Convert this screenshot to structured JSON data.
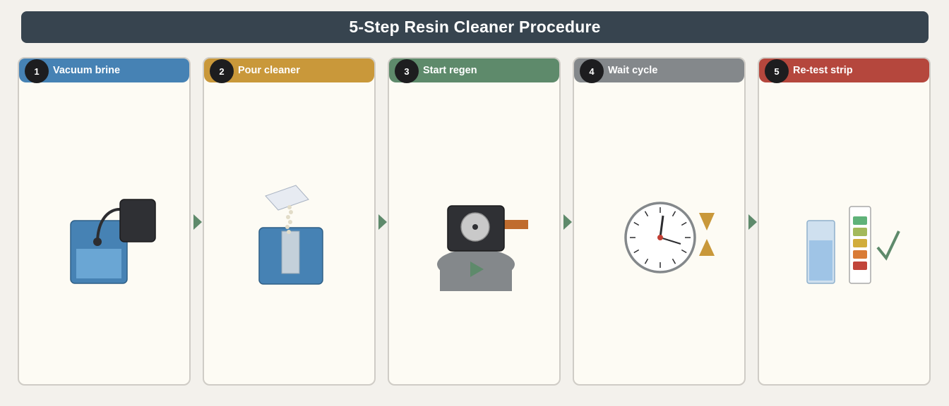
{
  "title": "5-Step Resin Cleaner Procedure",
  "steps": [
    {
      "number": "1",
      "label": "Vacuum brine",
      "color": "#4682b4",
      "icon": "brine-tank-vacuum-icon"
    },
    {
      "number": "2",
      "label": "Pour cleaner",
      "color": "#c9983a",
      "icon": "pour-cleaner-packet-icon"
    },
    {
      "number": "3",
      "label": "Start regen",
      "color": "#5e8a6b",
      "icon": "regen-valve-play-icon"
    },
    {
      "number": "4",
      "label": "Wait cycle",
      "color": "#84888b",
      "icon": "clock-hourglass-icon"
    },
    {
      "number": "5",
      "label": "Re-test strip",
      "color": "#b5473d",
      "icon": "test-strip-checkmark-icon"
    }
  ],
  "colors": {
    "title_bar": "#37444f",
    "card_bg": "#fdfbf4",
    "card_border": "#cfccc6",
    "badge": "#1d1d1f",
    "arrow": "#5e8a6b",
    "page_bg": "#f3f1ec"
  }
}
